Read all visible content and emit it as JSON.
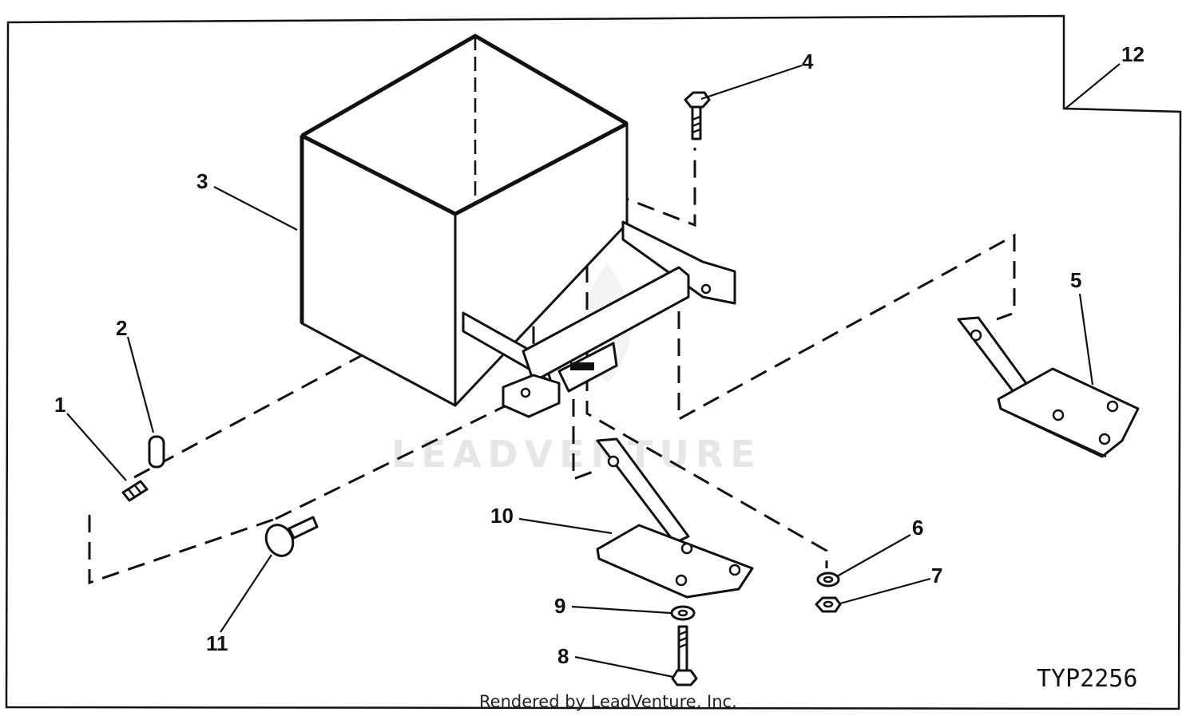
{
  "figure_code": "TYP2256",
  "watermark": "LEADVENTURE",
  "credit": "Rendered by LeadVenture, Inc.",
  "callouts": [
    "1",
    "2",
    "3",
    "4",
    "5",
    "6",
    "7",
    "8",
    "9",
    "10",
    "11",
    "12"
  ],
  "colors": {
    "line": "#111111",
    "background": "#ffffff",
    "watermark": "#e6e6e6"
  }
}
